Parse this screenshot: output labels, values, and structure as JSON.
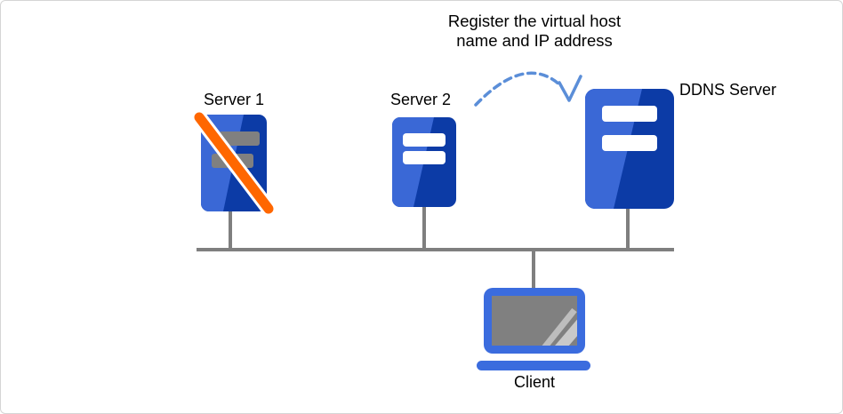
{
  "annotation": {
    "line1": "Register the virtual host",
    "line2": "name and IP address"
  },
  "nodes": {
    "server1": {
      "label": "Server 1",
      "status": "offline"
    },
    "server2": {
      "label": "Server 2"
    },
    "ddns": {
      "label": "DDNS Server"
    },
    "client": {
      "label": "Client"
    }
  },
  "icons": {
    "server1": "server-icon-with-offline-slash",
    "server2": "server-icon",
    "ddns": "server-icon",
    "client": "laptop-icon",
    "arrow": "dashed-curved-arrow-icon"
  },
  "colors": {
    "blue-dark": "#0C3BA6",
    "blue-light": "#3A68D6",
    "laptop-blue": "#3B6CDE",
    "slash-orange": "#FF6700",
    "bar-gray": "#808080",
    "line-gray": "#7F7F7F",
    "arrow-blue": "#5B8ED8",
    "screen-gray": "#808080",
    "frame-border": "#D5D5D5",
    "text-black": "#000000"
  }
}
